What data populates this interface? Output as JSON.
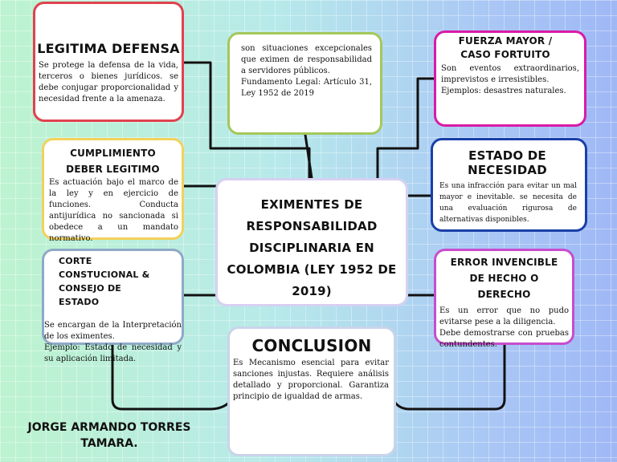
{
  "center": {
    "title": "EXIMENTES DE RESPONSABILIDAD DISCIPLINARIA EN COLOMBIA (LEY 1952 DE 2019)"
  },
  "intro": {
    "text": "son situaciones excepcionales que eximen de responsabilidad a servidores públicos.\nFundamento Legal: Artículo 31, Ley 1952 de 2019"
  },
  "nodes": {
    "legitima_defensa": {
      "title": "LEGITIMA DEFENSA",
      "text": "Se protege la defensa de la vida, terceros o bienes jurídicos. se debe conjugar proporcionalidad y necesidad frente a la amenaza.",
      "color": "#e0424e"
    },
    "cumplimiento": {
      "title": "CUMPLIMIENTO DEBER LEGITIMO",
      "text": "Es actuación bajo el marco de la ley y en ejercicio de funciones. Conducta antijurídica no sancionada si obedece a un mandato normativo.",
      "color": "#f3d15c"
    },
    "corte": {
      "title": "CORTE CONSTUCIONAL & CONSEJO DE ESTADO",
      "text": "Se encargan de la Interpretación de los eximentes.\nEjemplo: Estado de necesidad y su aplicación limitada.",
      "color": "#8fa9c7"
    },
    "fuerza_mayor": {
      "title": "FUERZA MAYOR / CASO FORTUITO",
      "text": "Son eventos extraordinarios, imprevistos e irresistibles.\nEjemplos: desastres naturales.",
      "color": "#d81ba6"
    },
    "estado_necesidad": {
      "title": "ESTADO DE NECESIDAD",
      "text": "Es una infracción para evitar un mal mayor e inevitable. se necesita de una evaluación rigurosa de alternativas disponibles.",
      "color": "#1a3fa8"
    },
    "error_invencible": {
      "title": "ERROR INVENCIBLE DE HECHO O DERECHO",
      "text": "Es un error que no pudo evitarse pese a la diligencia.\nDebe demostrarse con pruebas contundentes.",
      "color": "#c64dcd"
    },
    "conclusion": {
      "title": "CONCLUSION",
      "text": "Es Mecanismo esencial para evitar sanciones injustas. Requiere análisis detallado y proporcional. Garantiza principio de igualdad de armas.",
      "color": "#c9d4ea"
    }
  },
  "author": "JORGE ARMANDO TORRES TAMARA.",
  "colors": {
    "center_border": "#d7d0f2",
    "intro_border": "#a4c85a",
    "line": "#111111"
  }
}
